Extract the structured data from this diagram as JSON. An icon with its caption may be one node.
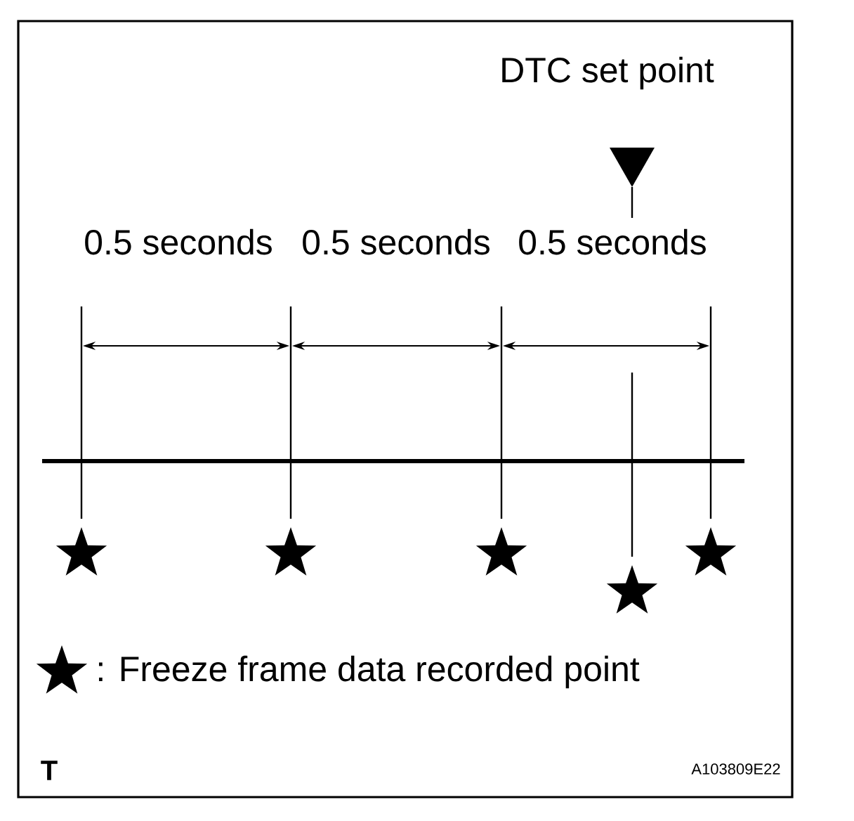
{
  "diagram": {
    "labels": [
      "DTC set point",
      "0.5 seconds",
      "0.5 seconds",
      "0.5 seconds",
      "T",
      "A103809E22"
    ],
    "legend": [
      {
        "text": ": Freeze frame data recorded point"
      }
    ]
  }
}
